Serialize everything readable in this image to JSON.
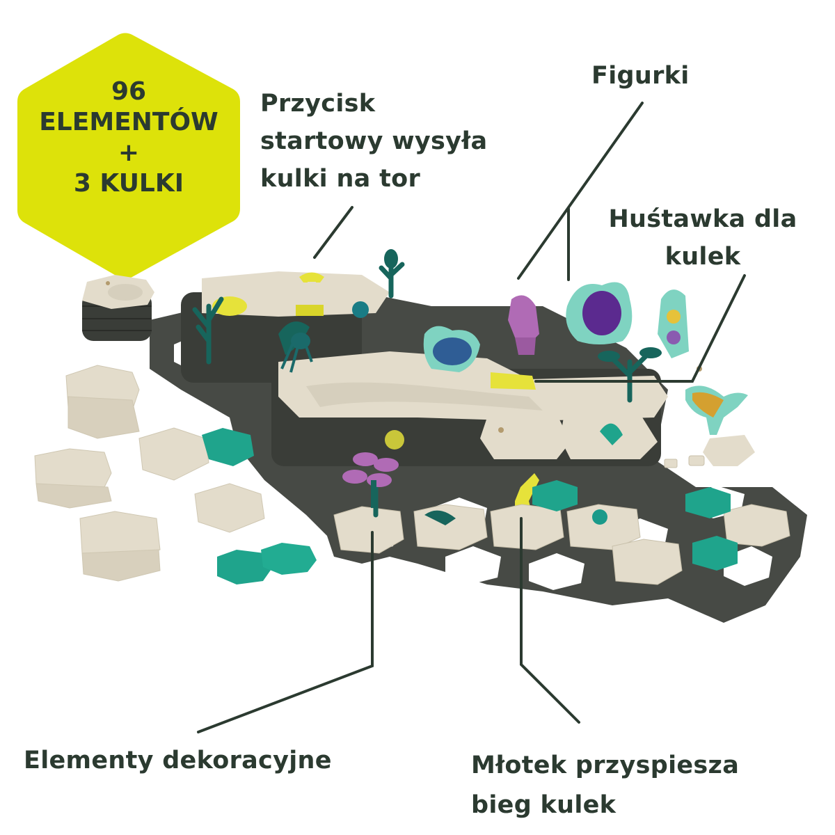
{
  "badge": {
    "lines": [
      "96",
      "ELEMENTÓW",
      "+",
      "3 KULKI"
    ],
    "color": "#dde20a"
  },
  "callouts": {
    "start_button": {
      "lines": [
        "Przycisk",
        "startowy wysyła",
        "kulki na tor"
      ]
    },
    "figures": {
      "lines": [
        "Figurki"
      ]
    },
    "swing": {
      "lines": [
        "Huśtawka dla",
        "kulek"
      ]
    },
    "decorations": {
      "lines": [
        "Elementy dekoracyjne"
      ]
    },
    "hammer": {
      "lines": [
        "Młotek przyspiesza",
        "bieg kulek"
      ]
    }
  },
  "colors": {
    "text": "#2b3a30",
    "leader_line": "#2b3a30",
    "tile_cream": "#e3dccb",
    "tile_dark": "#3a3d38",
    "teal": "#1fa48c",
    "dark_teal": "#17655c",
    "yellow": "#e6e23a",
    "purple": "#b06bb5",
    "grid": "#474a45"
  }
}
